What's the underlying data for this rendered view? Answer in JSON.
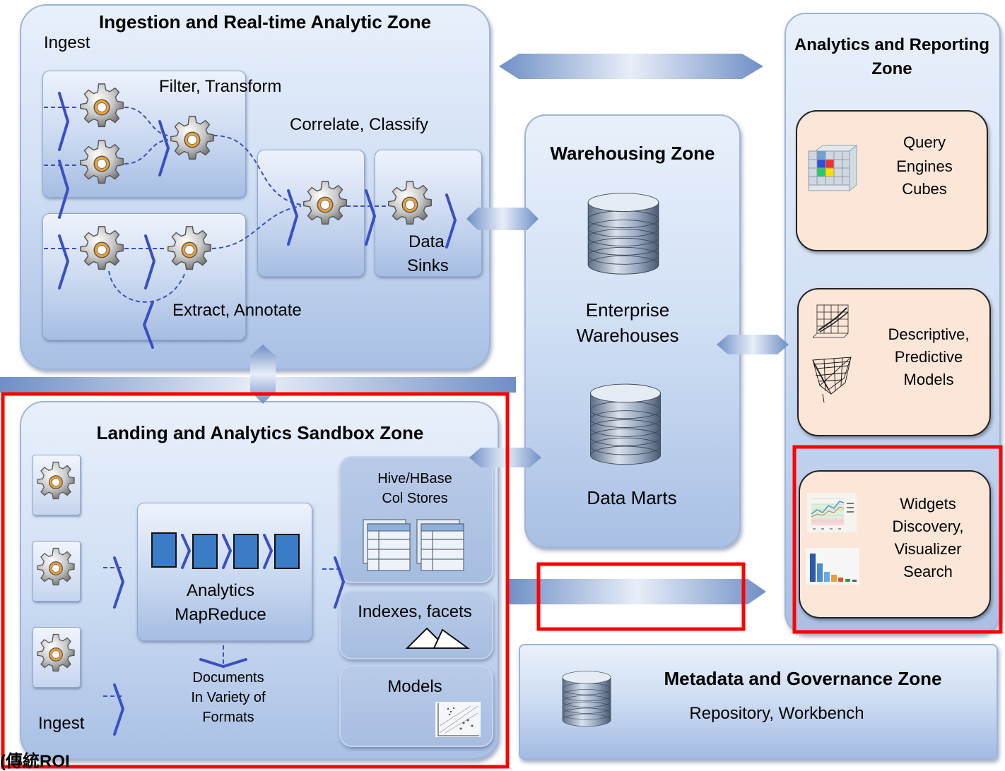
{
  "ingestion_zone": {
    "title": "Ingestion and Real-time Analytic Zone",
    "ingest_label": "Ingest",
    "filter_transform": "Filter, Transform",
    "correlate_classify": "Correlate, Classify",
    "extract_annotate": "Extract, Annotate",
    "data_sinks_line1": "Data",
    "data_sinks_line2": "Sinks"
  },
  "warehousing_zone": {
    "title": "Warehousing Zone",
    "enterprise_line1": "Enterprise",
    "enterprise_line2": "Warehouses",
    "data_marts": "Data Marts"
  },
  "analytics_zone": {
    "title_line1": "Analytics and Reporting",
    "title_line2": "Zone",
    "query_line1": "Query",
    "query_line2": "Engines",
    "query_line3": "Cubes",
    "models_line1": "Descriptive,",
    "models_line2": "Predictive",
    "models_line3": "Models",
    "widgets_line1": "Widgets",
    "widgets_line2": "Discovery,",
    "widgets_line3": "Visualizer",
    "widgets_line4": "Search"
  },
  "sandbox_zone": {
    "title": "Landing and Analytics Sandbox Zone",
    "analytics_line1": "Analytics",
    "analytics_line2": "MapReduce",
    "documents_line1": "Documents",
    "documents_line2": "In Variety of",
    "documents_line3": "Formats",
    "ingest_label": "Ingest",
    "hive_line1": "Hive/HBase",
    "hive_line2": "Col Stores",
    "indexes": "Indexes, facets",
    "models": "Models"
  },
  "metadata_zone": {
    "title": "Metadata and Governance  Zone",
    "subtitle": "Repository, Workbench"
  },
  "footer_text": "(傳統ROI",
  "colors": {
    "highlight_red": "#ff0000",
    "zone_blue": "#c9d8f0",
    "panel_peach": "#fbe6d8",
    "connector_blue": "#3a4fc4"
  },
  "icons": [
    "gear-icon",
    "database-icon",
    "cube-icon",
    "scatter-3d-icon",
    "line-chart-icon",
    "bar-chart-icon",
    "mountain-icon",
    "plot-icon",
    "table-icon",
    "double-arrow-icon"
  ]
}
